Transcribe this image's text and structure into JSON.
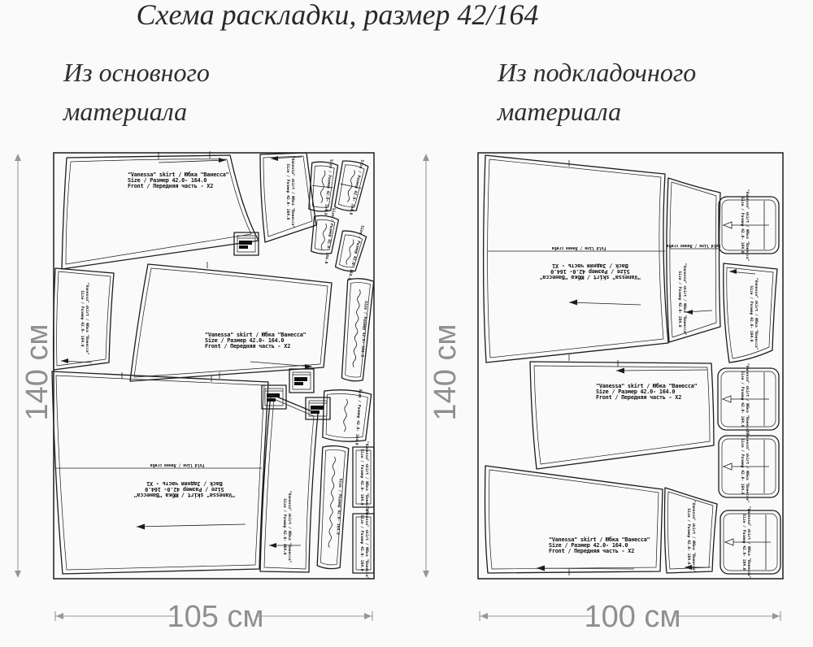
{
  "title": "Схема раскладки, размер 42/164",
  "left_panel": {
    "subtitle_line1": "Из основного",
    "subtitle_line2": "материала",
    "height_label": "140 см",
    "width_label": "105 см"
  },
  "right_panel": {
    "subtitle_line1": "Из подкладочного",
    "subtitle_line2": "материала",
    "height_label": "140 см",
    "width_label": "100 см"
  },
  "front_piece": {
    "line1": "\"Vanessa\" skirt / Юбка \"Ванесса\"",
    "line2": "Size / Размер  42.0- 164.0",
    "line3": "Front / Передняя часть - X2"
  },
  "back_piece": {
    "line1": "\"Vanessa\" skirt / Юбка \"Ванесса\"",
    "line2": "Size / Размер  42.0- 164.0",
    "line3": "Back / Задняя часть - X1"
  },
  "fold_line_label": "Fold line / Линия сгиба",
  "small_piece": {
    "line1": "\"Vanessa\" skirt / Юбка \"Ванесса\"",
    "line2": "Size / Размер  42.0- 164.0"
  },
  "colors": {
    "line": "#1c1c1c",
    "dimension": "#8f8f8f",
    "background": "#fafafa"
  }
}
